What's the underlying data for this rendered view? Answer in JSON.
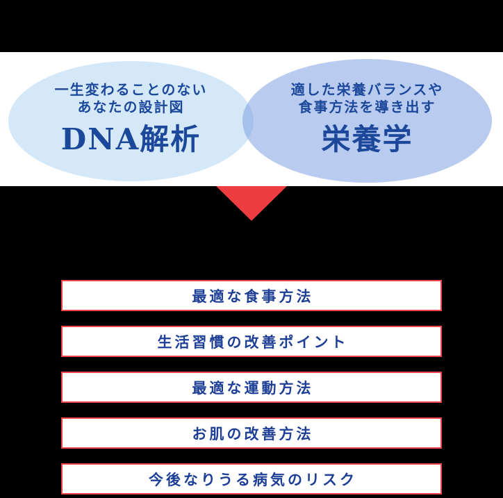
{
  "venn": {
    "left": {
      "line1": "一生変わることのない",
      "line2": "あなたの設計図",
      "title": "DNA解析"
    },
    "right": {
      "line1": "適した栄養バランスや",
      "line2": "食事方法を導き出す",
      "title": "栄養学"
    }
  },
  "arrow": {
    "icon": "red-down-triangle"
  },
  "results": {
    "items": [
      "最適な食事方法",
      "生活習慣の改善ポイント",
      "最適な運動方法",
      "お肌の改善方法",
      "今後なりうる病気のリスク"
    ]
  },
  "colors": {
    "page_bg": "#000000",
    "band_bg": "#ffffff",
    "ellipse_left": "#d4e8f8",
    "ellipse_right": "rgba(121,155,223,0.52)",
    "ellipse_overlap": "#a3bde6",
    "arrow_red": "#ee3d41",
    "box_border": "#ee4348",
    "ellipse_text": "#1c489c",
    "box_text": "#1e3f96"
  }
}
